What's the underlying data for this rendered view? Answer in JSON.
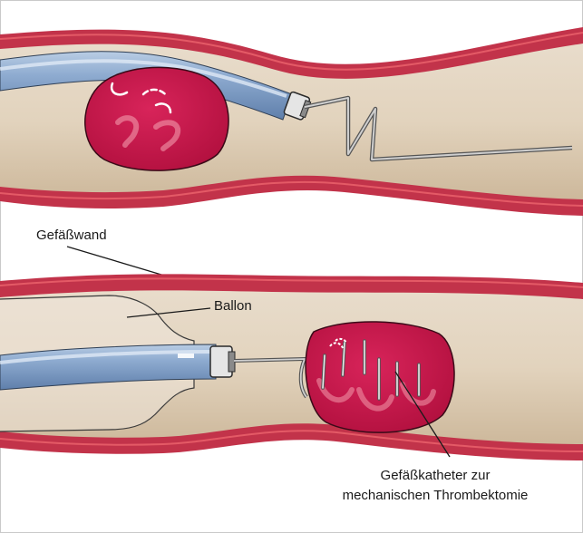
{
  "labels": {
    "vessel_wall": "Gefäßwand",
    "balloon": "Ballon",
    "catheter_line1": "Gefäßkatheter zur",
    "catheter_line2": "mechanischen Thrombektomie"
  },
  "colors": {
    "vessel_wall": "#c2334a",
    "wall_highlight": "#e45a66",
    "lumen": "#ddcdb4",
    "catheter": "#7fa0c8",
    "thrombus": "#c8164a",
    "guidewire": "#8a8a8a"
  }
}
